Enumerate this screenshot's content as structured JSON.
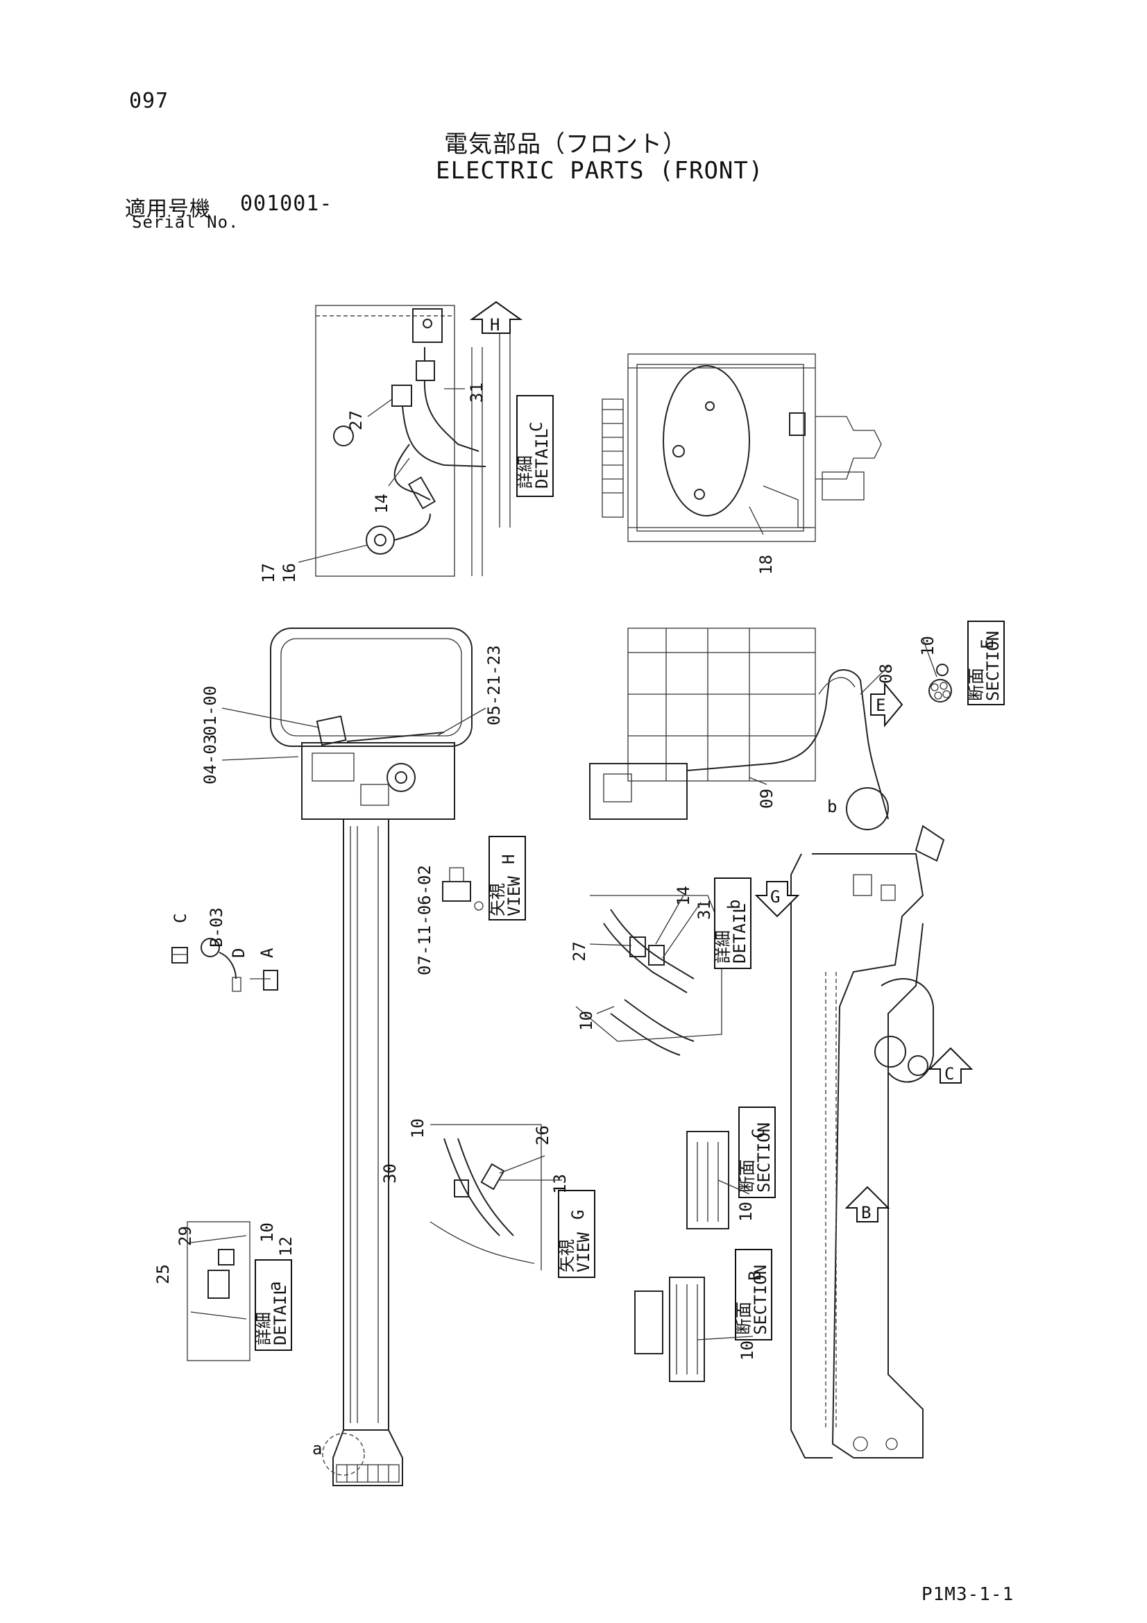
{
  "page_number": "097",
  "title_jp": "電気部品（フロント）",
  "title_en": "ELECTRIC PARTS (FRONT)",
  "serial": {
    "label_jp": "適用号機",
    "value": "001001-",
    "label_en": "Serial No."
  },
  "footer_code": "P1M3-1-1",
  "view_tags": [
    {
      "id": "detail-c",
      "jp": "詳細",
      "sub": "DETAIL",
      "letter": "C"
    },
    {
      "id": "section-e",
      "jp": "断面",
      "sub": "SECTION",
      "letter": "E"
    },
    {
      "id": "view-h",
      "jp": "矢視",
      "sub": "VIEW",
      "letter": "H"
    },
    {
      "id": "detail-b",
      "jp": "詳細",
      "sub": "DETAIL",
      "letter": "b"
    },
    {
      "id": "section-c",
      "jp": "断面",
      "sub": "SECTION",
      "letter": "C"
    },
    {
      "id": "view-g",
      "jp": "矢視",
      "sub": "VIEW",
      "letter": "G"
    },
    {
      "id": "section-b",
      "jp": "断面",
      "sub": "SECTION",
      "letter": "B"
    },
    {
      "id": "detail-a",
      "jp": "詳細",
      "sub": "DETAIL",
      "letter": "a"
    }
  ],
  "arrow_letters": {
    "h": "H",
    "e": "E",
    "g": "G",
    "c": "C",
    "b": "B"
  },
  "callouts": {
    "c31": "31",
    "c27": "27",
    "c14": "14",
    "c17": "17",
    "c16": "16",
    "c18": "18",
    "c10top": "10",
    "c08": "08",
    "c01_00": "01-00",
    "c04_03": "04-03",
    "c05_21_23": "05-21-23",
    "c09": "09",
    "c_b": "b",
    "c07_11_06_02": "07-11-06-02",
    "c14b": "14",
    "c31b": "31",
    "c27b": "27",
    "c10b": "10",
    "c10g": "10",
    "c26": "26",
    "c30": "30",
    "c13": "13",
    "c10secc": "10",
    "c25": "25",
    "c29": "29",
    "c10a": "10",
    "c12": "12",
    "c10secb": "10",
    "c_a": "a",
    "conn_b03": "B-03",
    "conn_c": "C",
    "conn_d": "D",
    "conn_a": "A"
  }
}
